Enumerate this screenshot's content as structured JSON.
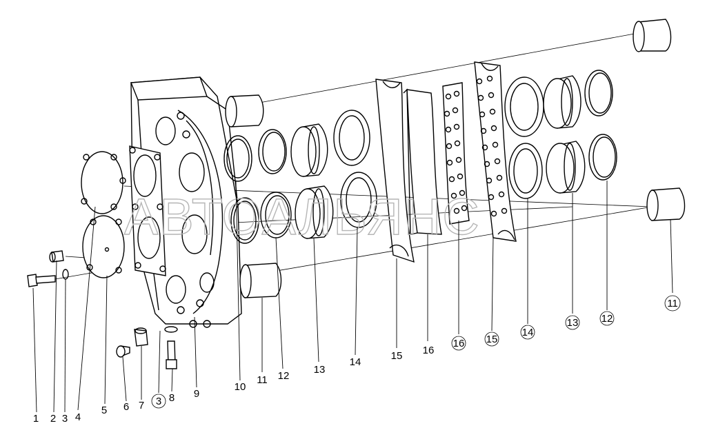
{
  "watermark": "АВТОАЛЬЯНС",
  "callouts": {
    "c1": "1",
    "c2": "2",
    "c3": "3",
    "c4": "4",
    "c5": "5",
    "c6": "6",
    "c7": "7",
    "c3b": "3",
    "c8": "8",
    "c9": "9",
    "c10": "10",
    "c11": "11",
    "c12": "12",
    "c13": "13",
    "c14": "14",
    "c15": "15",
    "c16": "16",
    "c16b": "16",
    "c15b": "15",
    "c14b": "14",
    "c13b": "13",
    "c12b": "12",
    "c11b": "11"
  }
}
